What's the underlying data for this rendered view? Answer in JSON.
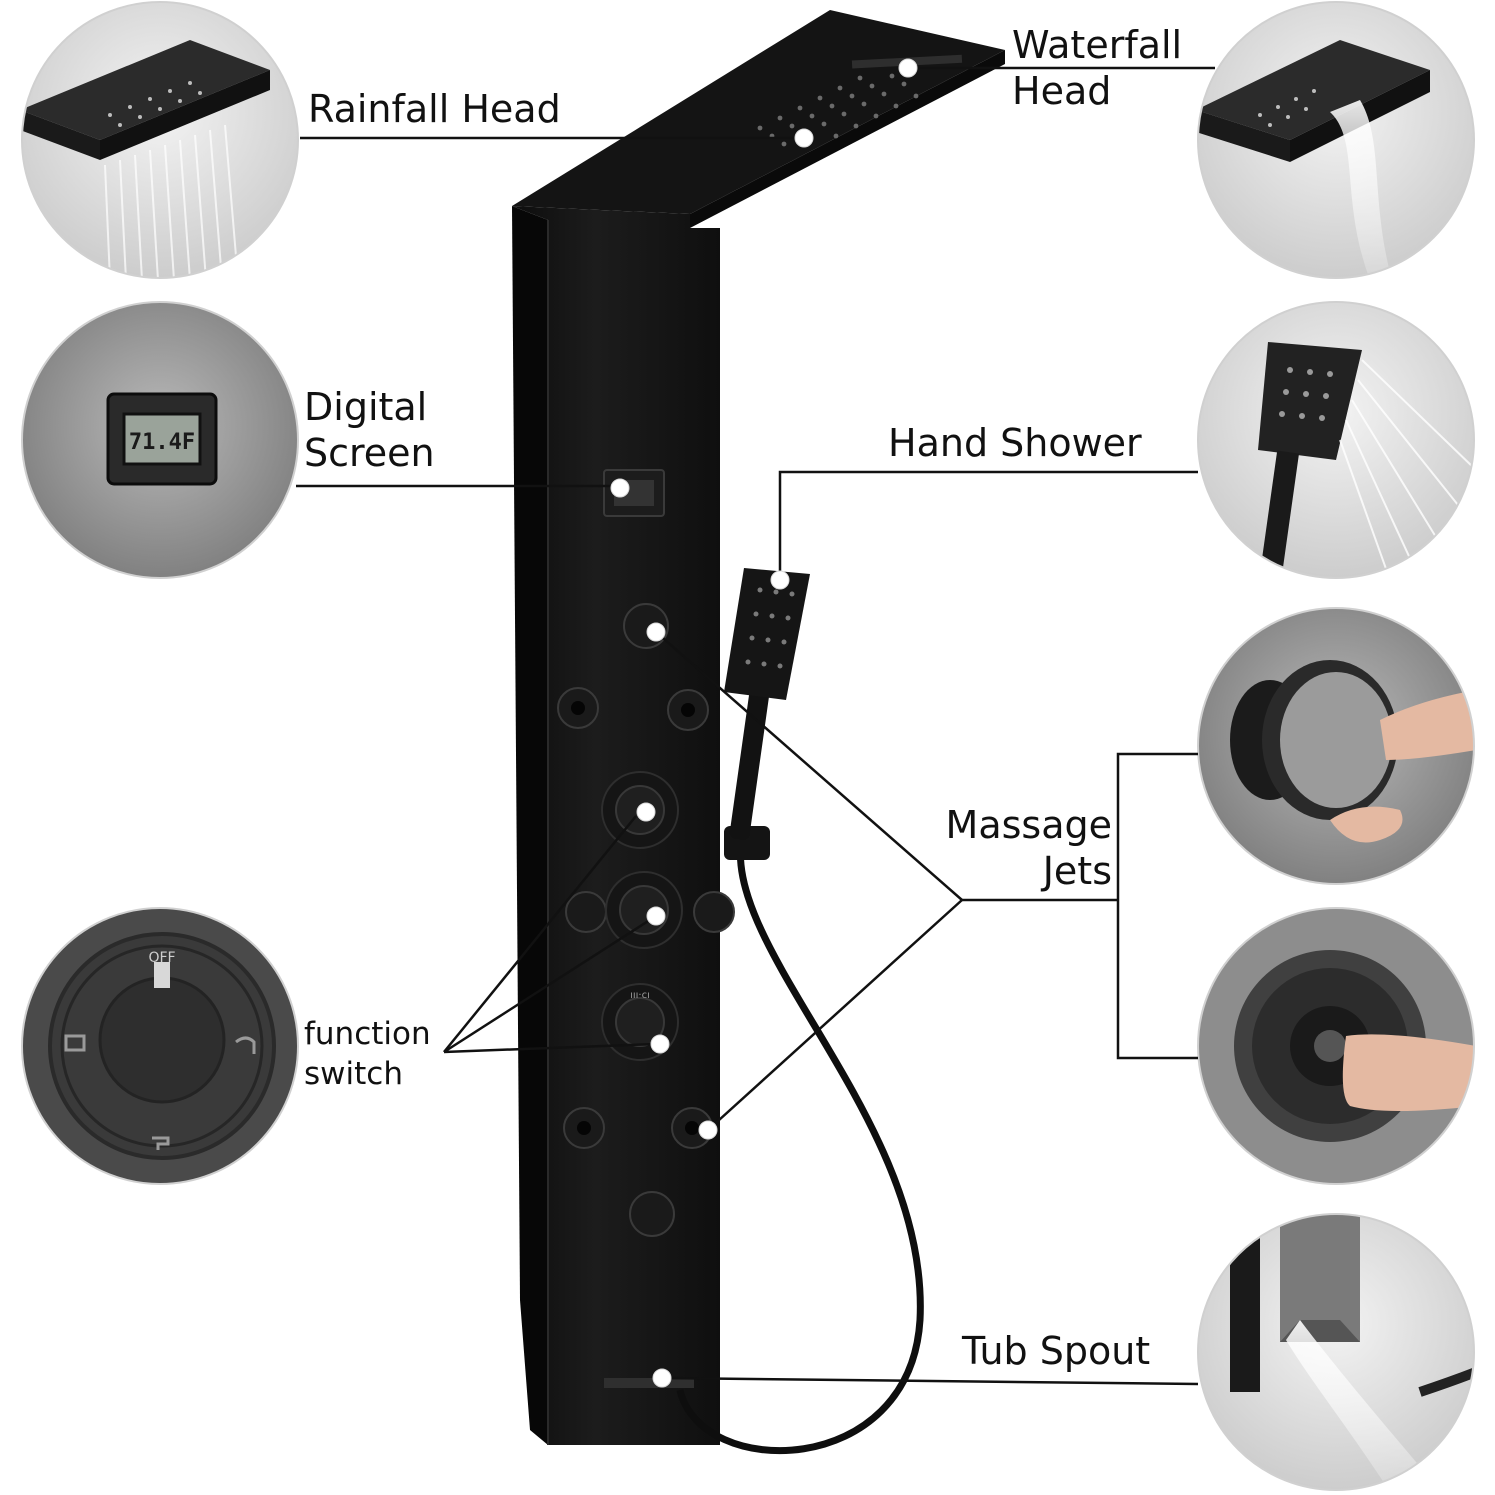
{
  "labels": {
    "rainfall_head": "Rainfall Head",
    "waterfall_head": [
      "Waterfall",
      "Head"
    ],
    "digital_screen": [
      "Digital",
      "Screen"
    ],
    "hand_shower": "Hand Shower",
    "massage_jets": [
      "Massage",
      "Jets"
    ],
    "function_switch": [
      "function",
      "switch"
    ],
    "tub_spout": "Tub Spout"
  },
  "screen_readout": "71.4F",
  "valve_marks": {
    "top": "OFF",
    "temp_scale": "ııı·cı"
  },
  "colors": {
    "panel": "#141414",
    "panel_edge": "#2a2a2a",
    "leader_line": "#111111",
    "marker": "#ffffff",
    "photo_bg": "#8f8f8f"
  }
}
